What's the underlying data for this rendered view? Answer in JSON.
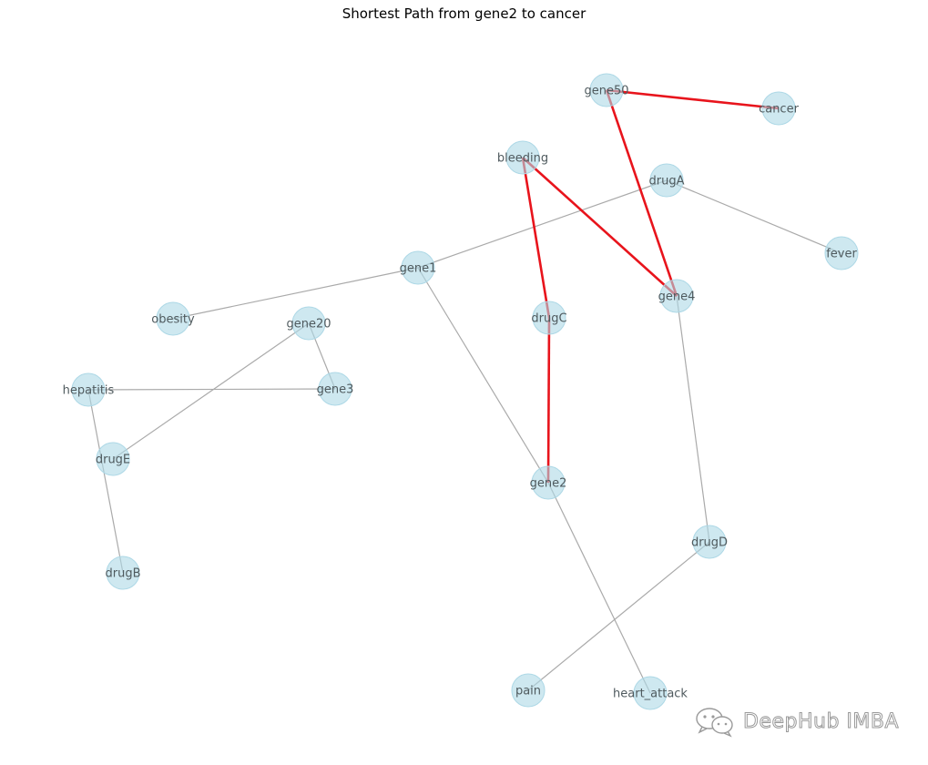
{
  "title": "Shortest Path from gene2 to cancer",
  "colors": {
    "node": "#add8e6",
    "edge": "#aaaaaa",
    "path_edge": "#e8141c",
    "label": "#4f5a5e"
  },
  "nodes": [
    {
      "id": "gene50"
    },
    {
      "id": "cancer"
    },
    {
      "id": "bleeding"
    },
    {
      "id": "drugA"
    },
    {
      "id": "fever"
    },
    {
      "id": "gene1"
    },
    {
      "id": "gene4"
    },
    {
      "id": "drugC"
    },
    {
      "id": "obesity"
    },
    {
      "id": "gene20"
    },
    {
      "id": "hepatitis"
    },
    {
      "id": "gene3"
    },
    {
      "id": "drugE"
    },
    {
      "id": "gene2"
    },
    {
      "id": "drugD"
    },
    {
      "id": "drugB"
    },
    {
      "id": "pain"
    },
    {
      "id": "heart_attack"
    }
  ],
  "edges": [
    {
      "source": "drugA",
      "target": "gene1",
      "on_path": false
    },
    {
      "source": "drugA",
      "target": "fever",
      "on_path": false
    },
    {
      "source": "gene1",
      "target": "obesity",
      "on_path": false
    },
    {
      "source": "gene1",
      "target": "gene2",
      "on_path": false
    },
    {
      "source": "gene20",
      "target": "gene3",
      "on_path": false
    },
    {
      "source": "gene20",
      "target": "drugE",
      "on_path": false
    },
    {
      "source": "hepatitis",
      "target": "gene3",
      "on_path": false
    },
    {
      "source": "hepatitis",
      "target": "drugB",
      "on_path": false
    },
    {
      "source": "gene4",
      "target": "drugD",
      "on_path": false
    },
    {
      "source": "drugD",
      "target": "pain",
      "on_path": false
    },
    {
      "source": "gene2",
      "target": "heart_attack",
      "on_path": false
    },
    {
      "source": "gene2",
      "target": "drugC",
      "on_path": true
    },
    {
      "source": "drugC",
      "target": "bleeding",
      "on_path": true
    },
    {
      "source": "bleeding",
      "target": "gene4",
      "on_path": true
    },
    {
      "source": "gene4",
      "target": "gene50",
      "on_path": true
    },
    {
      "source": "gene50",
      "target": "cancer",
      "on_path": true
    }
  ],
  "watermark": {
    "text": "DeepHub IMBA"
  }
}
